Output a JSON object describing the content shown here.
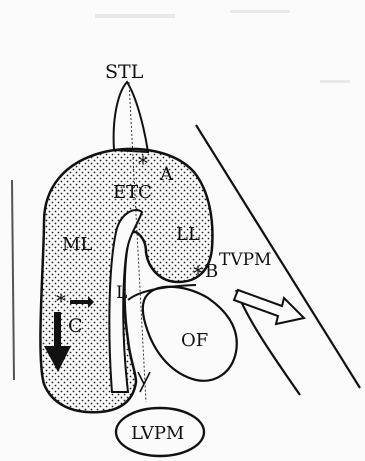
{
  "labels": {
    "stl": "STL",
    "etc": "ETC",
    "ml": "ML",
    "ll": "LL",
    "tvpm": "TVPM",
    "of": "OF",
    "lvpm": "LVPM",
    "a": "A",
    "b": "B",
    "c": "C",
    "l": "L",
    "asterisk": "*"
  },
  "colors": {
    "ink": "#111111",
    "paper": "#fbfbfb"
  }
}
